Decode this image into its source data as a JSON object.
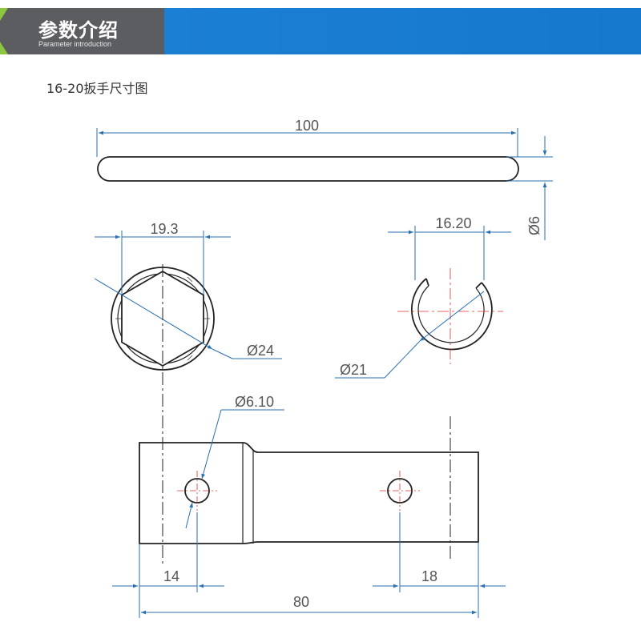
{
  "header": {
    "title": "参数介绍",
    "subtitle": "Parameter introduction"
  },
  "section": {
    "heading": "16-20扳手尺寸图"
  },
  "dimensions": {
    "rod_length": "100",
    "rod_diameter": "Ø6",
    "hex_width": "19.3",
    "hex_outer_diameter": "Ø24",
    "open_ring_width": "16.20",
    "open_ring_diameter": "Ø21",
    "hole_diameter": "Ø6.10",
    "hole_offset_left": "14",
    "hole_offset_right": "18",
    "body_length": "80"
  },
  "colors": {
    "accent_blue": "#1678cc",
    "banner_dark": "#5b5d60",
    "accent_green": "#8dc63f",
    "dimension_line": "#2a6fb0",
    "outline": "#222222",
    "center_mark": "#e03030"
  }
}
